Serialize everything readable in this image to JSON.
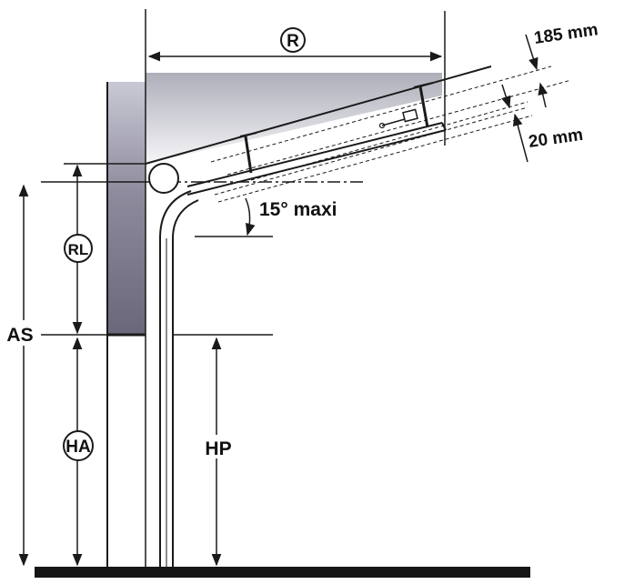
{
  "labels": {
    "r": "R",
    "rl": "RL",
    "ha": "HA",
    "as": "AS",
    "hp": "HP",
    "headroom": "185 mm",
    "track_gap": "20 mm",
    "angle": "15° maxi"
  },
  "colors": {
    "line": "#1a1a1a",
    "wall_top": "#b8b8c8",
    "wall_bottom": "#6e6b7e",
    "ceiling_shade": "#a7a8b3",
    "floor": "#161616"
  }
}
